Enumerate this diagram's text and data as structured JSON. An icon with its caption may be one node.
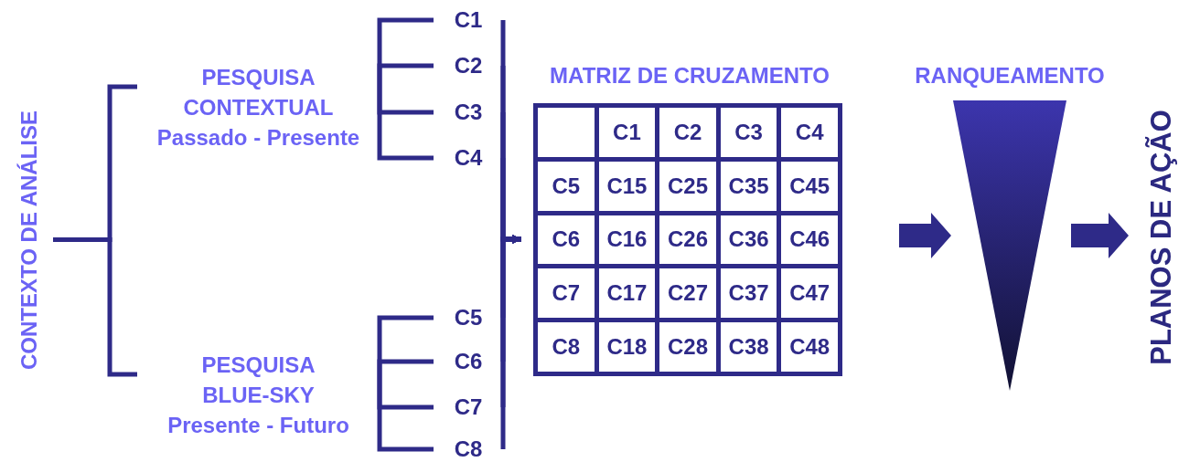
{
  "diagram": {
    "nodes": [
      {
        "text": [
          "CONTEXTO DE ANÁLISE"
        ]
      },
      {
        "text": [
          "PESQUISA CONTEXTUAL",
          "Passado - Presente"
        ]
      },
      {
        "text": [
          "PESQUISA BLUE-SKY",
          "Presente - Futuro"
        ]
      },
      {
        "text": [
          "C1"
        ]
      },
      {
        "text": [
          "C2"
        ]
      },
      {
        "text": [
          "C3"
        ]
      },
      {
        "text": [
          "C4"
        ]
      },
      {
        "text": [
          "C5"
        ]
      },
      {
        "text": [
          "C6"
        ]
      },
      {
        "text": [
          "C7"
        ]
      },
      {
        "text": [
          "C8"
        ]
      },
      {
        "text": [
          "MATRIZ DE CRUZAMENTO"
        ]
      },
      {
        "text": [],
        "shape": "triangle",
        "beside": [
          "RANQUEAMENTO"
        ]
      },
      {
        "text": [
          "PLANOS DE AÇÃO"
        ]
      }
    ],
    "edges": [
      {
        "from": 0,
        "to": 1,
        "arrow": "none"
      },
      {
        "from": 0,
        "to": 2,
        "arrow": "none"
      },
      {
        "from": 1,
        "to": 3,
        "arrow": "none"
      },
      {
        "from": 1,
        "to": 4,
        "arrow": "none"
      },
      {
        "from": 1,
        "to": 5,
        "arrow": "none"
      },
      {
        "from": 1,
        "to": 6,
        "arrow": "none"
      },
      {
        "from": 2,
        "to": 7,
        "arrow": "none"
      },
      {
        "from": 2,
        "to": 8,
        "arrow": "none"
      },
      {
        "from": 2,
        "to": 9,
        "arrow": "none"
      },
      {
        "from": 2,
        "to": 10,
        "arrow": "none"
      },
      {
        "from": 3,
        "to": 11,
        "arrow": "to"
      },
      {
        "from": 4,
        "to": 11,
        "arrow": "to"
      },
      {
        "from": 5,
        "to": 11,
        "arrow": "to"
      },
      {
        "from": 6,
        "to": 11,
        "arrow": "to"
      },
      {
        "from": 7,
        "to": 11,
        "arrow": "to"
      },
      {
        "from": 8,
        "to": 11,
        "arrow": "to"
      },
      {
        "from": 9,
        "to": 11,
        "arrow": "to"
      },
      {
        "from": 10,
        "to": 11,
        "arrow": "to"
      },
      {
        "from": 11,
        "to": 12,
        "arrow": "to",
        "style": "thick"
      },
      {
        "from": 12,
        "to": 13,
        "arrow": "to",
        "style": "thick"
      }
    ],
    "labels": [
      "C1",
      "C2",
      "C3",
      "C4",
      "C5",
      "C15",
      "C25",
      "C35",
      "C45",
      "C6",
      "C16",
      "C26",
      "C36",
      "C46",
      "C7",
      "C17",
      "C27",
      "C37",
      "C47",
      "C8",
      "C18",
      "C28",
      "C38",
      "C48"
    ]
  }
}
